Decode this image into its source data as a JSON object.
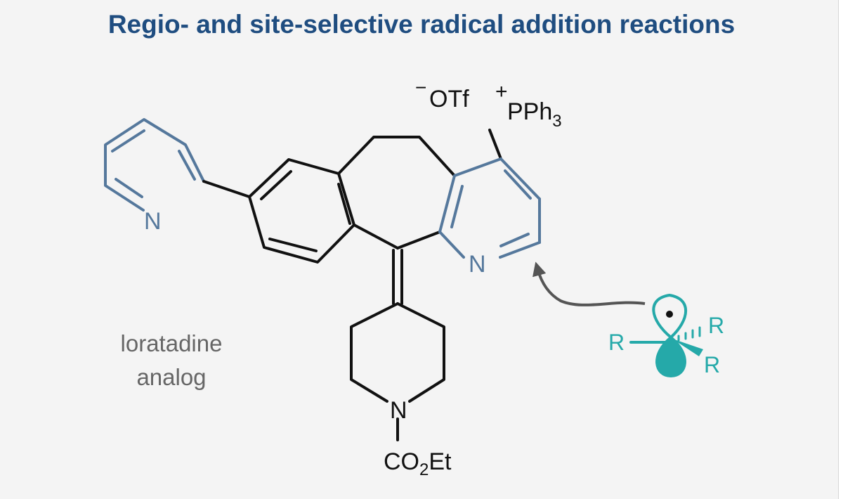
{
  "title": "Regio- and site-selective radical addition reactions",
  "molecule_label_line1": "loratadine",
  "molecule_label_line2": "analog",
  "atoms": {
    "pyridine_n": "N",
    "core_pyridine_n": "N",
    "piperidine_n": "N",
    "counter_ion_charge": "−",
    "counter_ion": "OTf",
    "phosphonium_charge": "+",
    "phosphonium_main": "PPh",
    "phosphonium_sub": "3",
    "carbamate_main": "CO",
    "carbamate_sub": "2",
    "carbamate_tail": "Et",
    "radical_r_left": "R",
    "radical_r_top": "R",
    "radical_r_bottom": "R"
  },
  "colors": {
    "title": "#1f4d80",
    "blue_ring": "#55789c",
    "radical": "#25a9a9",
    "bonds": "#111111",
    "label": "#666666",
    "arrow": "#555555"
  }
}
